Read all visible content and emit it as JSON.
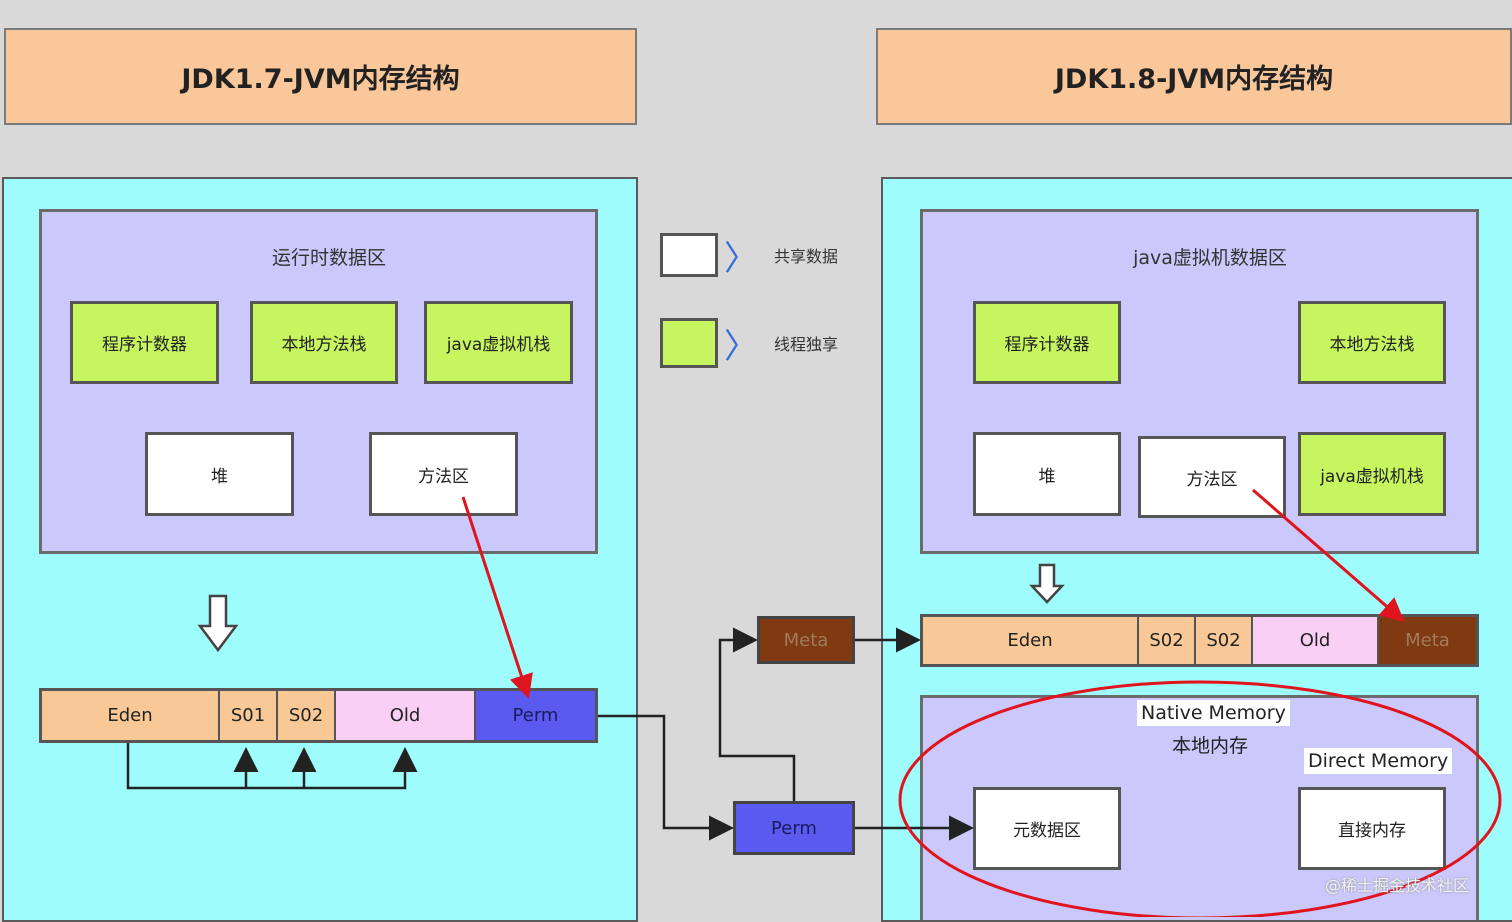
{
  "left": {
    "title": "JDK1.7-JVM内存结构",
    "area_label": "运行时数据区",
    "green_boxes": [
      "程序计数器",
      "本地方法栈",
      "java虚拟机栈"
    ],
    "white_boxes": [
      "堆",
      "方法区"
    ],
    "heap_bar": [
      "Eden",
      "S01",
      "S02",
      "Old",
      "Perm"
    ]
  },
  "right": {
    "title": "JDK1.8-JVM内存结构",
    "area_label": "java虚拟机数据区",
    "program_counter": "程序计数器",
    "native_stack": "本地方法栈",
    "heap": "堆",
    "method_area": "方法区",
    "jvm_stack": "java虚拟机栈",
    "heap_bar": [
      "Eden",
      "S02",
      "S02",
      "Old",
      "Meta"
    ],
    "native_memory_en": "Native Memory",
    "native_memory_cn": "本地内存",
    "direct_memory_en": "Direct Memory",
    "metadata_area": "元数据区",
    "direct_memory_cn": "直接内存"
  },
  "legend": {
    "shared": "共享数据",
    "thread_private": "线程独享"
  },
  "middle": {
    "meta": "Meta",
    "perm": "Perm"
  },
  "watermark": "@稀土掘金技术社区",
  "colors": {
    "arrow_red": "#e0141e",
    "arrow_dark": "#222222",
    "ellipse_red": "#e0141e"
  }
}
